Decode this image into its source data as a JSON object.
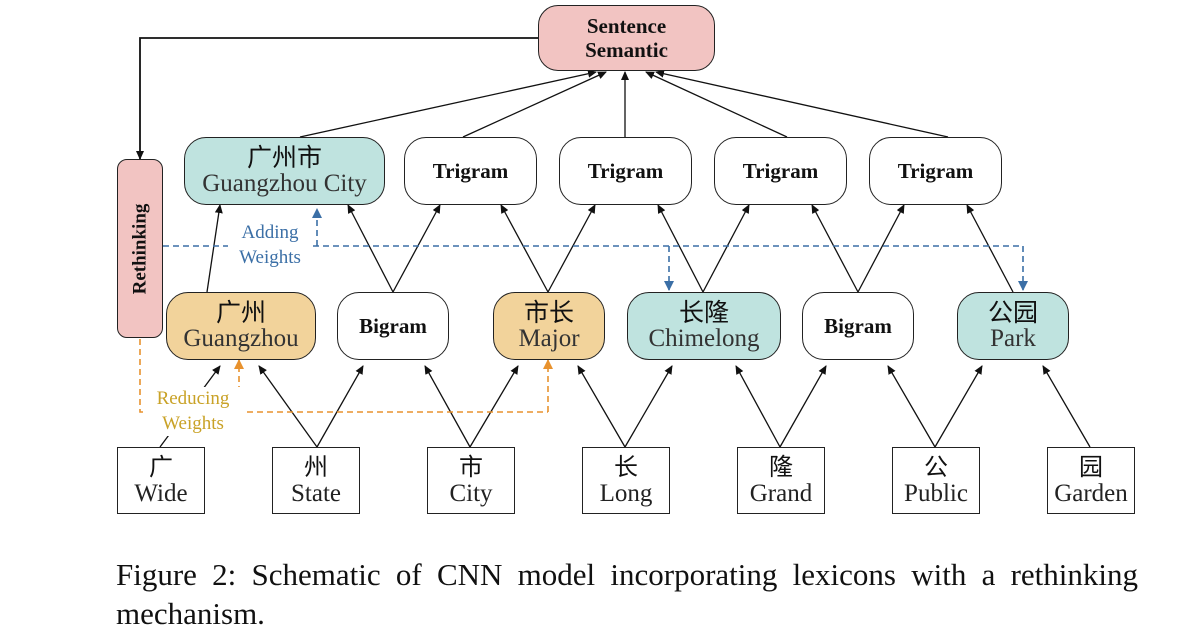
{
  "colors": {
    "pink": "#f2c4c2",
    "teal": "#bfe3df",
    "orange": "#f2d39b",
    "adding_weights": "#3b6fa6",
    "reducing_weights": "#e8922e",
    "reducing_text": "#c9a227"
  },
  "nodes": {
    "sentence_semantic": {
      "line1": "Sentence",
      "line2": "Semantic"
    },
    "rethinking": {
      "label": "Rethinking"
    },
    "lexicon_guangzhou_city": {
      "zh": "广州市",
      "en": "Guangzhou City"
    },
    "trigram_1": {
      "label": "Trigram"
    },
    "trigram_2": {
      "label": "Trigram"
    },
    "trigram_3": {
      "label": "Trigram"
    },
    "trigram_4": {
      "label": "Trigram"
    },
    "lexicon_guangzhou": {
      "zh": "广州",
      "en": "Guangzhou"
    },
    "bigram_1": {
      "label": "Bigram"
    },
    "lexicon_major": {
      "zh": "市长",
      "en": "Major"
    },
    "lexicon_chimelong": {
      "zh": "长隆",
      "en": "Chimelong"
    },
    "bigram_2": {
      "label": "Bigram"
    },
    "lexicon_park": {
      "zh": "公园",
      "en": "Park"
    }
  },
  "characters": [
    {
      "zh": "广",
      "en": "Wide"
    },
    {
      "zh": "州",
      "en": "State"
    },
    {
      "zh": "市",
      "en": "City"
    },
    {
      "zh": "长",
      "en": "Long"
    },
    {
      "zh": "隆",
      "en": "Grand"
    },
    {
      "zh": "公",
      "en": "Public"
    },
    {
      "zh": "园",
      "en": "Garden"
    }
  ],
  "annotations": {
    "adding_weights": {
      "line1": "Adding",
      "line2": "Weights"
    },
    "reducing_weights": {
      "line1": "Reducing",
      "line2": "Weights"
    }
  },
  "caption": "Figure 2: Schematic of CNN model incorporating lexicons with a rethinking mechanism."
}
